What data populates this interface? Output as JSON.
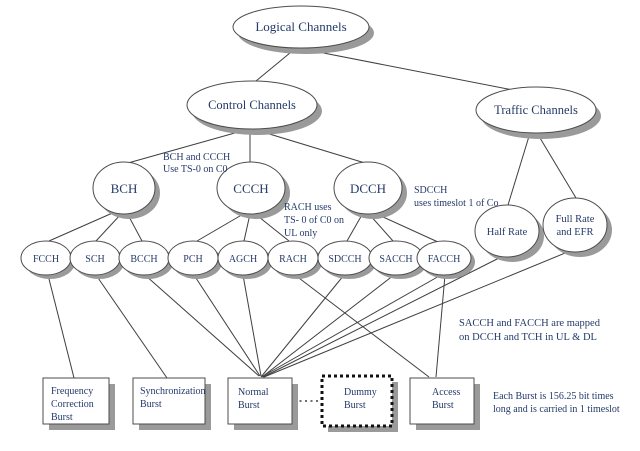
{
  "nodes": {
    "logical_channels": "Logical Channels",
    "control_channels": "Control Channels",
    "traffic_channels": "Traffic Channels",
    "bch": "BCH",
    "ccch": "CCCH",
    "dcch": "DCCH",
    "half_rate": "Half Rate",
    "full_rate_line1": "Full Rate",
    "full_rate_line2": "and EFR",
    "fcch": "FCCH",
    "sch": "SCH",
    "bcch": "BCCH",
    "pch": "PCH",
    "agch": "AGCH",
    "rach": "RACH",
    "sdcch": "SDCCH",
    "sacch": "SACCH",
    "facch": "FACCH"
  },
  "bursts": {
    "frequency_correction": {
      "line1": "Frequency",
      "line2": "Correction",
      "line3": "Burst"
    },
    "synchronization": {
      "line1": "Synchronization",
      "line2": "Burst"
    },
    "normal": {
      "line1": "Normal",
      "line2": "Burst"
    },
    "dummy": {
      "line1": "Dummy",
      "line2": "Burst"
    },
    "access": {
      "line1": "Access",
      "line2": "Burst"
    }
  },
  "annotations": {
    "bch_ccch": {
      "line1": "BCH and CCCH",
      "line2": "Use TS-0 on C0"
    },
    "rach": {
      "line1": "RACH uses",
      "line2": "TS- 0 of C0 on",
      "line3": "UL only"
    },
    "sdcch": {
      "line1": "SDCCH",
      "line2": "uses timeslot 1 of Co"
    },
    "sacch_facch": {
      "line1": "SACCH and FACCH are mapped",
      "line2": "on DCCH and TCH in UL & DL"
    },
    "burst_length": {
      "line1": "Each Burst is 156.25 bit times",
      "line2": "long and is carried in 1 timeslot"
    }
  },
  "colors": {
    "text": "#243a6a",
    "line": "#3f3f3f",
    "node_fill": "#ffffff",
    "node_stroke": "#4c4c4c",
    "shadow": "#9a9a9a",
    "background": "#ffffff"
  }
}
